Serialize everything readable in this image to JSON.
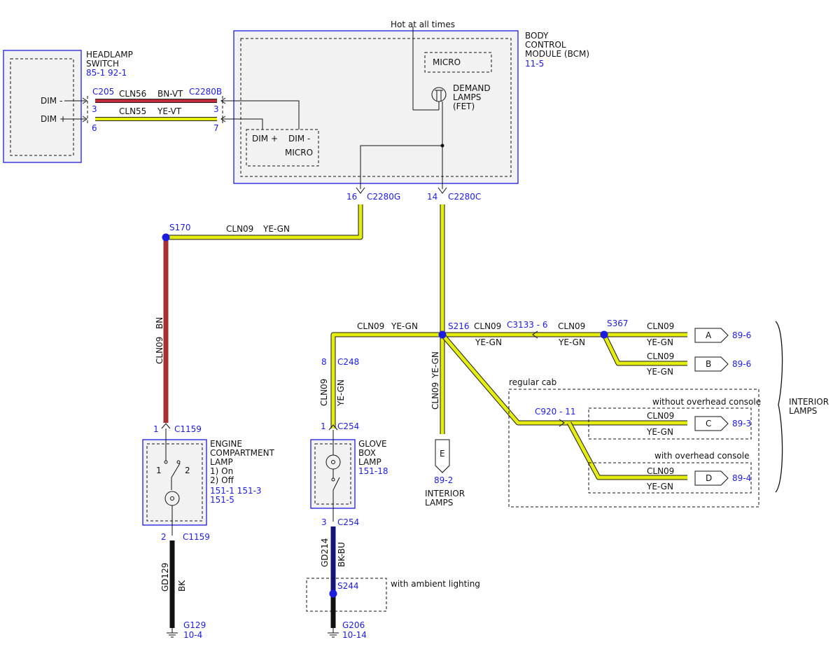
{
  "top_label": "Hot at all times",
  "headlamp_switch": {
    "title_lines": [
      "HEADLAMP",
      "SWITCH"
    ],
    "refs": "85-1  92-1",
    "pin_dim_minus": "DIM -",
    "pin_dim_plus": "DIM +"
  },
  "bcm": {
    "title_lines": [
      "BODY",
      "CONTROL",
      "MODULE (BCM)"
    ],
    "ref": "11-5",
    "micro": "MICRO",
    "demand_lines": [
      "DEMAND",
      "LAMPS",
      "(FET)"
    ],
    "inner_dim_plus": "DIM +",
    "inner_dim_minus": "DIM -",
    "inner_micro": "MICRO"
  },
  "connectors": {
    "c205": "C205",
    "c205_pin_top": "3",
    "c205_pin_bottom": "6",
    "c2280b": "C2280B",
    "c2280b_pin_top": "3",
    "c2280b_pin_bottom": "7",
    "c2280g": "C2280G",
    "c2280g_pin": "16",
    "c2280c": "C2280C",
    "c2280c_pin": "14",
    "c248": "C248",
    "c248_pin": "8",
    "c254_top": "C254",
    "c254_top_pin": "1",
    "c254_bottom": "C254",
    "c254_bottom_pin": "3",
    "c1159_top": "C1159",
    "c1159_top_pin": "1",
    "c1159_bottom": "C1159",
    "c1159_bottom_pin": "2",
    "c3133": "C3133 - 6",
    "c920": "C920  - 11"
  },
  "wires": {
    "cln56": "CLN56",
    "bn_vt": "BN-VT",
    "cln55": "CLN55",
    "ye_vt": "YE-VT",
    "cln09": "CLN09",
    "ye_gn": "YE-GN",
    "bn": "BN",
    "gd129": "GD129",
    "bk": "BK",
    "gd214": "GD214",
    "bk_bu": "BK-BU"
  },
  "splices": {
    "s170": "S170",
    "s216": "S216",
    "s367": "S367",
    "s244": "S244"
  },
  "engine_lamp": {
    "title_lines": [
      "ENGINE",
      "COMPARTMENT",
      "LAMP",
      "1) On",
      "2) Off"
    ],
    "refs_lines": [
      "151-1 151-3",
      "151-5"
    ],
    "pos1": "1",
    "pos2": "2"
  },
  "glove_lamp": {
    "title_lines": [
      "GLOVE",
      "BOX",
      "LAMP"
    ],
    "ref": "151-18"
  },
  "grounds": {
    "g129": "G129",
    "g129_ref": "10-4",
    "g206": "G206",
    "g206_ref": "10-14"
  },
  "ambient_label": "with ambient lighting",
  "regular_cab": "regular cab",
  "without_console": "without overhead console",
  "with_console": "with overhead console",
  "interior_lamps_lines": [
    "INTERIOR",
    "LAMPS"
  ],
  "e_lines": [
    "INTERIOR",
    "LAMPS"
  ],
  "tags": {
    "a": "A",
    "a_ref": "89-6",
    "b": "B",
    "b_ref": "89-6",
    "c": "C",
    "c_ref": "89-3",
    "d": "D",
    "d_ref": "89-4",
    "e": "E",
    "e_ref": "89-2"
  }
}
